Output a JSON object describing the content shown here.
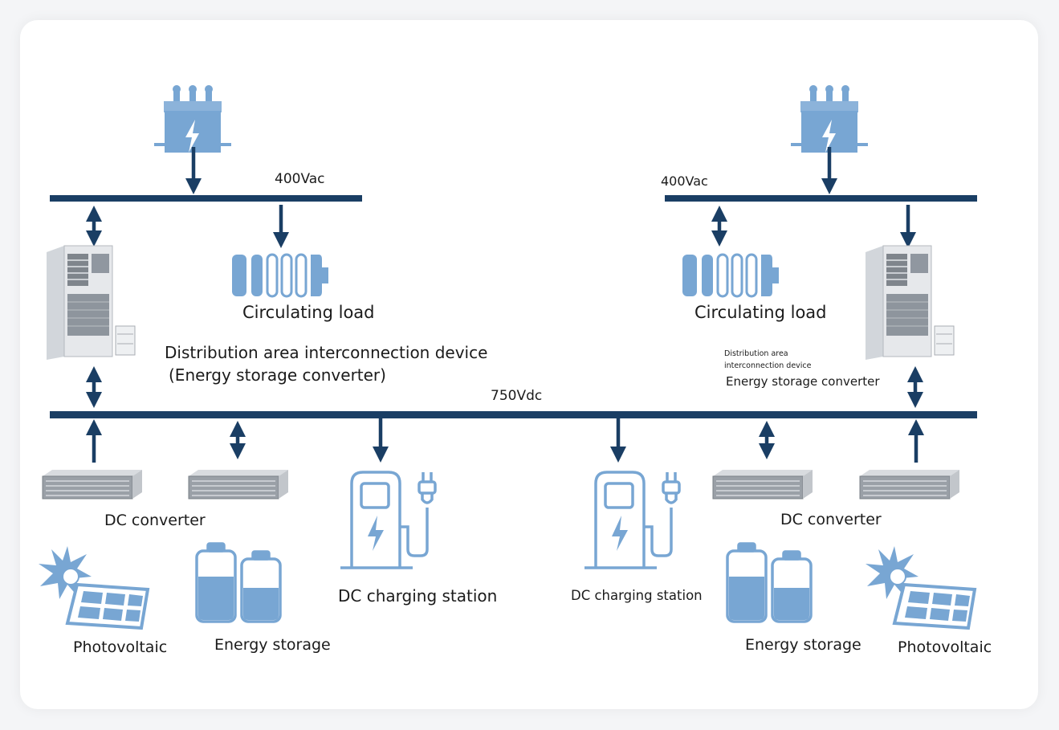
{
  "buses": {
    "ac_left": "400Vac",
    "ac_right": "400Vac",
    "dc": "750Vdc"
  },
  "left": {
    "circulating_load": "Circulating load",
    "device_line1": "Distribution area interconnection device",
    "device_line2": "(Energy storage converter)",
    "dc_converter": "DC converter",
    "photovoltaic": "Photovoltaic",
    "energy_storage": "Energy storage",
    "charging_station": "DC charging station"
  },
  "right": {
    "circulating_load": "Circulating load",
    "device_line1": "Distribution area",
    "device_line2": "interconnection device",
    "device_line3": "Energy storage converter",
    "dc_converter": "DC converter",
    "photovoltaic": "Photovoltaic",
    "energy_storage": "Energy storage",
    "charging_station": "DC charging station"
  },
  "colors": {
    "bus": "#1a3e64",
    "icon_fill": "#78a6d3",
    "icon_light": "#a9c7e6",
    "cabinet": "#dfe2e6"
  },
  "icons": [
    "transformer-icon",
    "circulating-load-icon",
    "cabinet-icon",
    "dc-converter-icon",
    "charging-station-icon",
    "plug-icon",
    "solar-panel-icon",
    "battery-icon"
  ]
}
